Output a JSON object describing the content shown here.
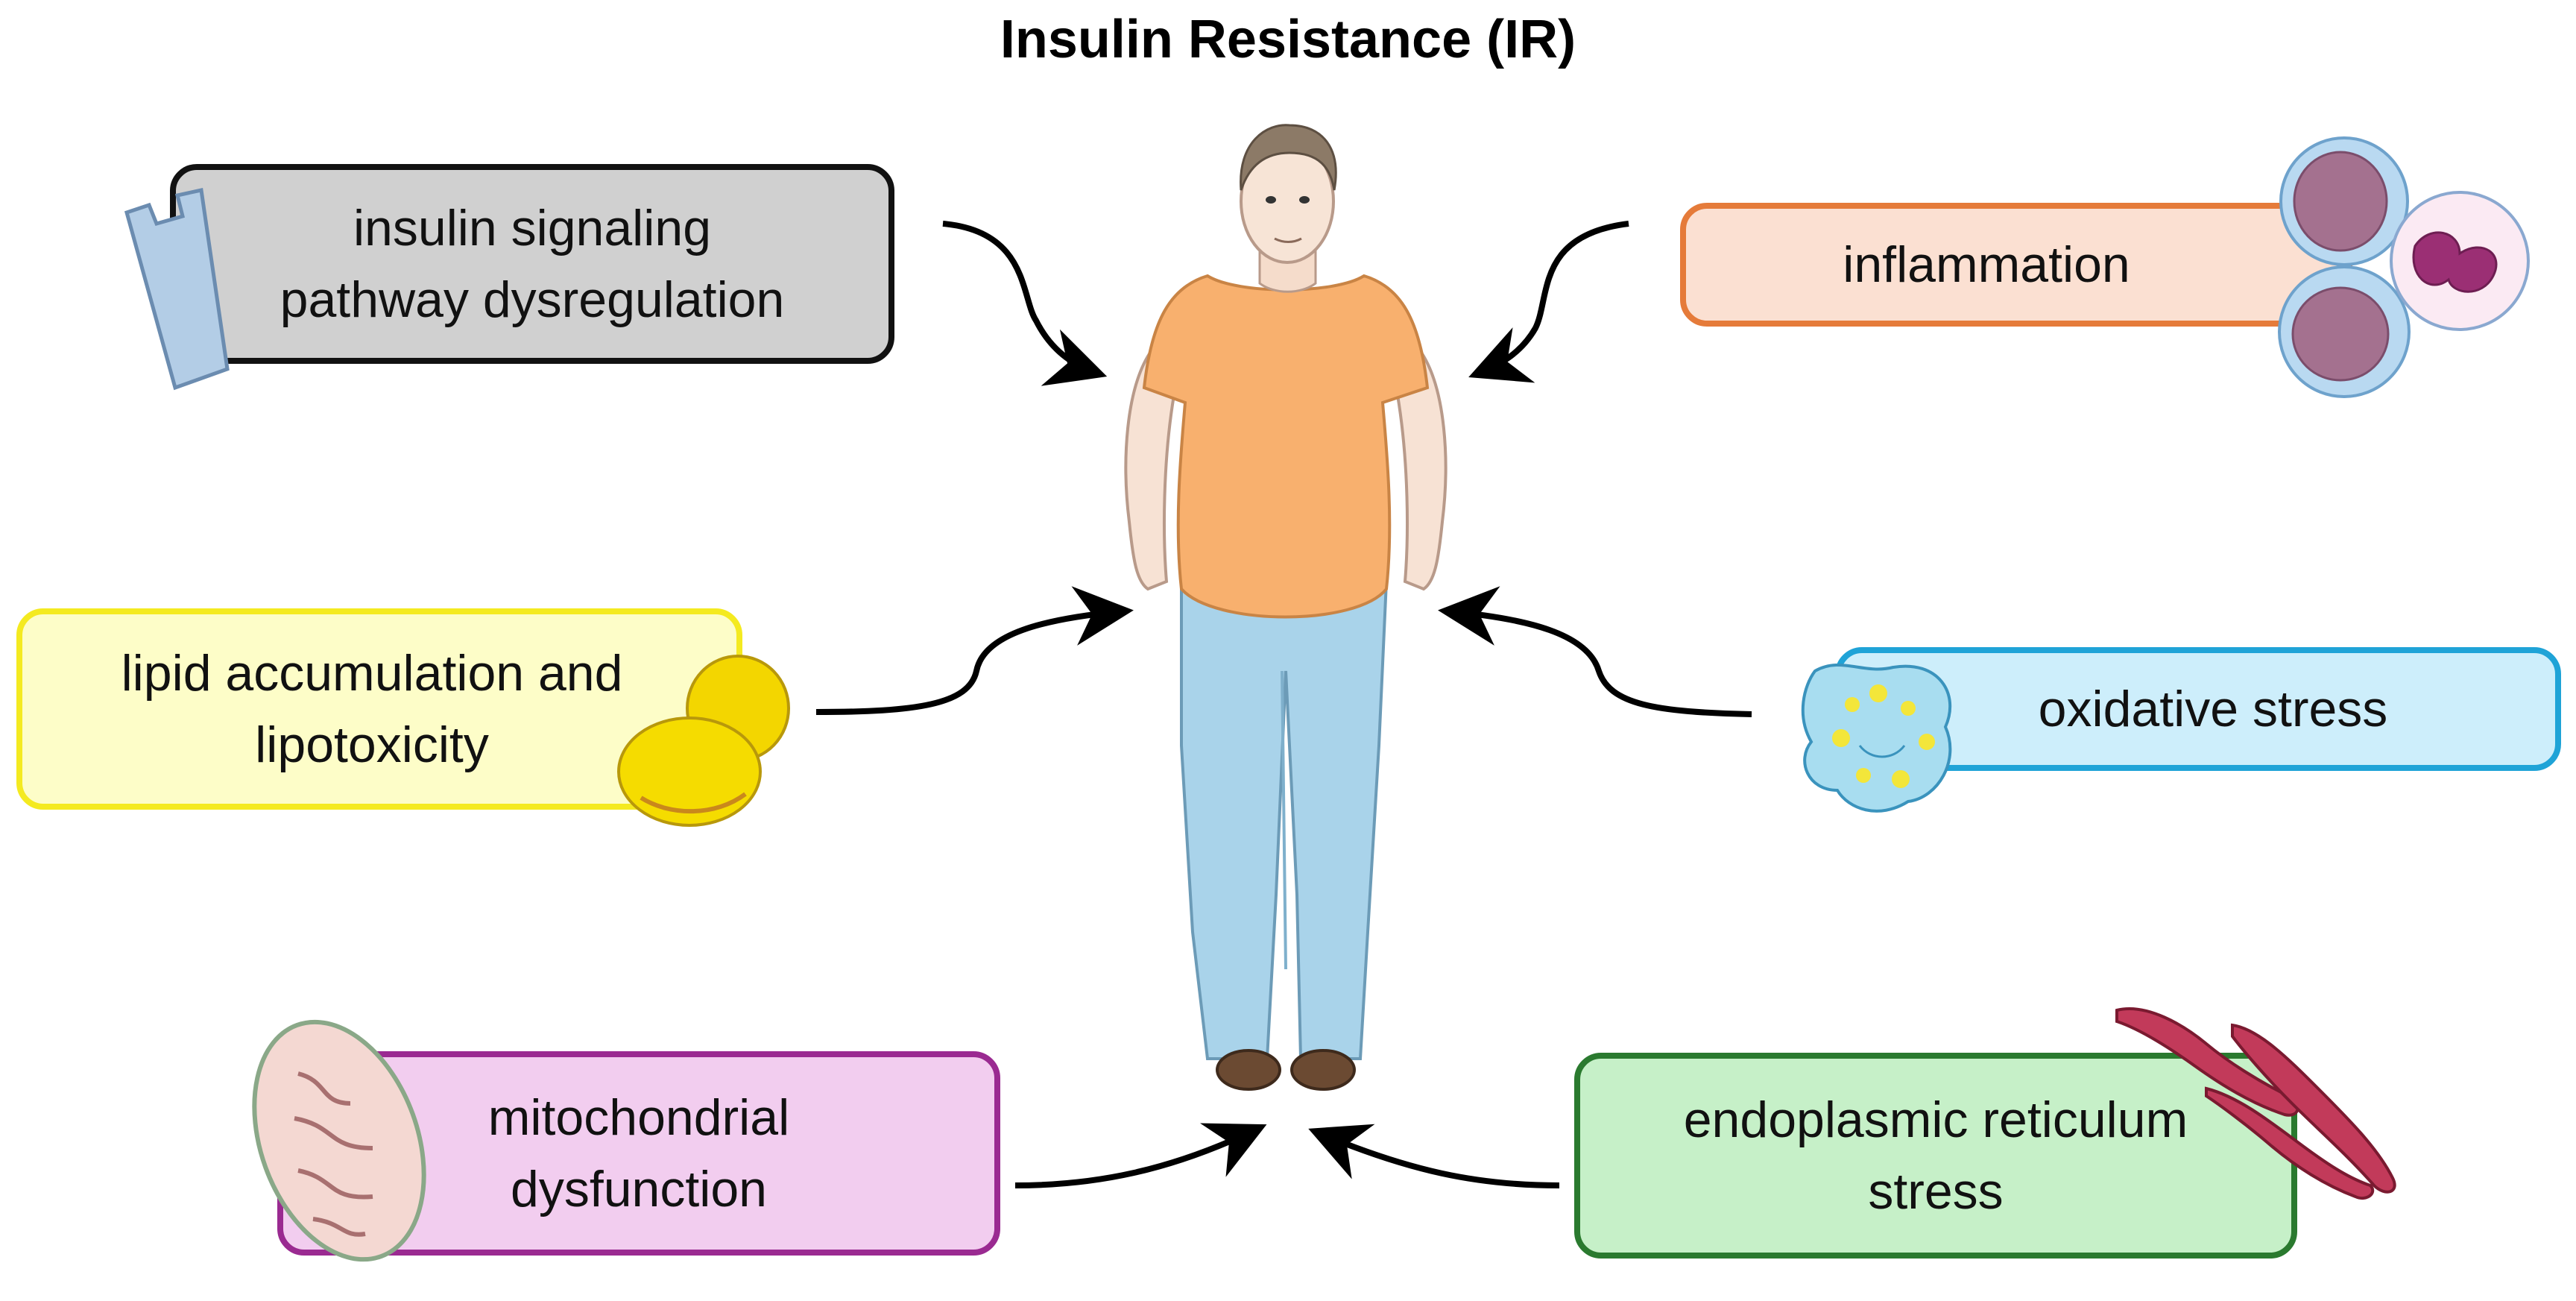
{
  "title": "Insulin Resistance (IR)",
  "factors": [
    {
      "id": "insulin",
      "line1": "insulin signaling",
      "line2": "pathway dysregulation",
      "fill": "#d0d0d0",
      "border": "#111111"
    },
    {
      "id": "inflam",
      "line1": "inflammation",
      "line2": "",
      "fill": "#fbe0d2",
      "border": "#e57b3a"
    },
    {
      "id": "lipid",
      "line1": "lipid accumulation and",
      "line2": "lipotoxicity",
      "fill": "#fdfdc8",
      "border": "#f4ea20"
    },
    {
      "id": "oxid",
      "line1": "oxidative stress",
      "line2": "",
      "fill": "#cdeefb",
      "border": "#1fa3d7"
    },
    {
      "id": "mito",
      "line1": "mitochondrial",
      "line2": "dysfunction",
      "fill": "#f2cdef",
      "border": "#9a2a91"
    },
    {
      "id": "er",
      "line1": "endoplasmic reticulum",
      "line2": "stress",
      "fill": "#c6f0c8",
      "border": "#2a7a2f"
    }
  ],
  "icons": {
    "insulin": "receptor-icon",
    "inflam": "immune-cells-icon",
    "lipid": "lipid-droplet-icon",
    "oxid": "ros-cell-icon",
    "mito": "mitochondrion-icon",
    "er": "endoplasmic-reticulum-icon",
    "center": "overweight-person-icon"
  }
}
